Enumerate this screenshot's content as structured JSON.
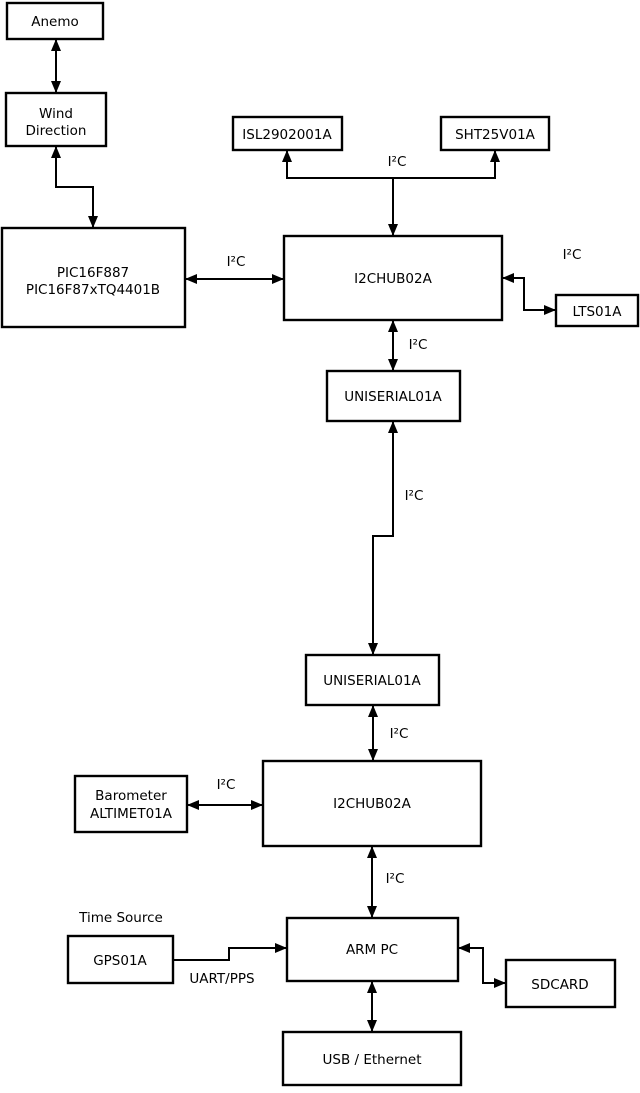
{
  "diagram_type": "block-diagram",
  "colors": {
    "line": "#000000",
    "fill": "#ffffff",
    "text": "#000000",
    "background": "#ffffff"
  },
  "boxes": {
    "anemo": {
      "label": "Anemo"
    },
    "wind_direction": {
      "line1": "Wind",
      "line2": "Direction"
    },
    "pic_controller": {
      "line1": "PIC16F887",
      "line2": "PIC16F87xTQ4401B"
    },
    "isl2902001a": {
      "label": "ISL2902001A"
    },
    "sht25v01a": {
      "label": "SHT25V01A"
    },
    "i2chub_top": {
      "label": "I2CHUB02A"
    },
    "lts01a": {
      "label": "LTS01A"
    },
    "uniserial_top": {
      "label": "UNISERIAL01A"
    },
    "uniserial_bottom": {
      "label": "UNISERIAL01A"
    },
    "i2chub_bottom": {
      "label": "I2CHUB02A"
    },
    "barometer": {
      "line1": "Barometer",
      "line2": "ALTIMET01A"
    },
    "arm_pc": {
      "label": "ARM PC"
    },
    "gps01a": {
      "label": "GPS01A"
    },
    "sdcard": {
      "label": "SDCARD"
    },
    "usb_ethernet": {
      "label": "USB / Ethernet"
    }
  },
  "edge_labels": {
    "i2c": "I²C",
    "time_source": "Time Source",
    "uart_pps": "UART/PPS"
  }
}
